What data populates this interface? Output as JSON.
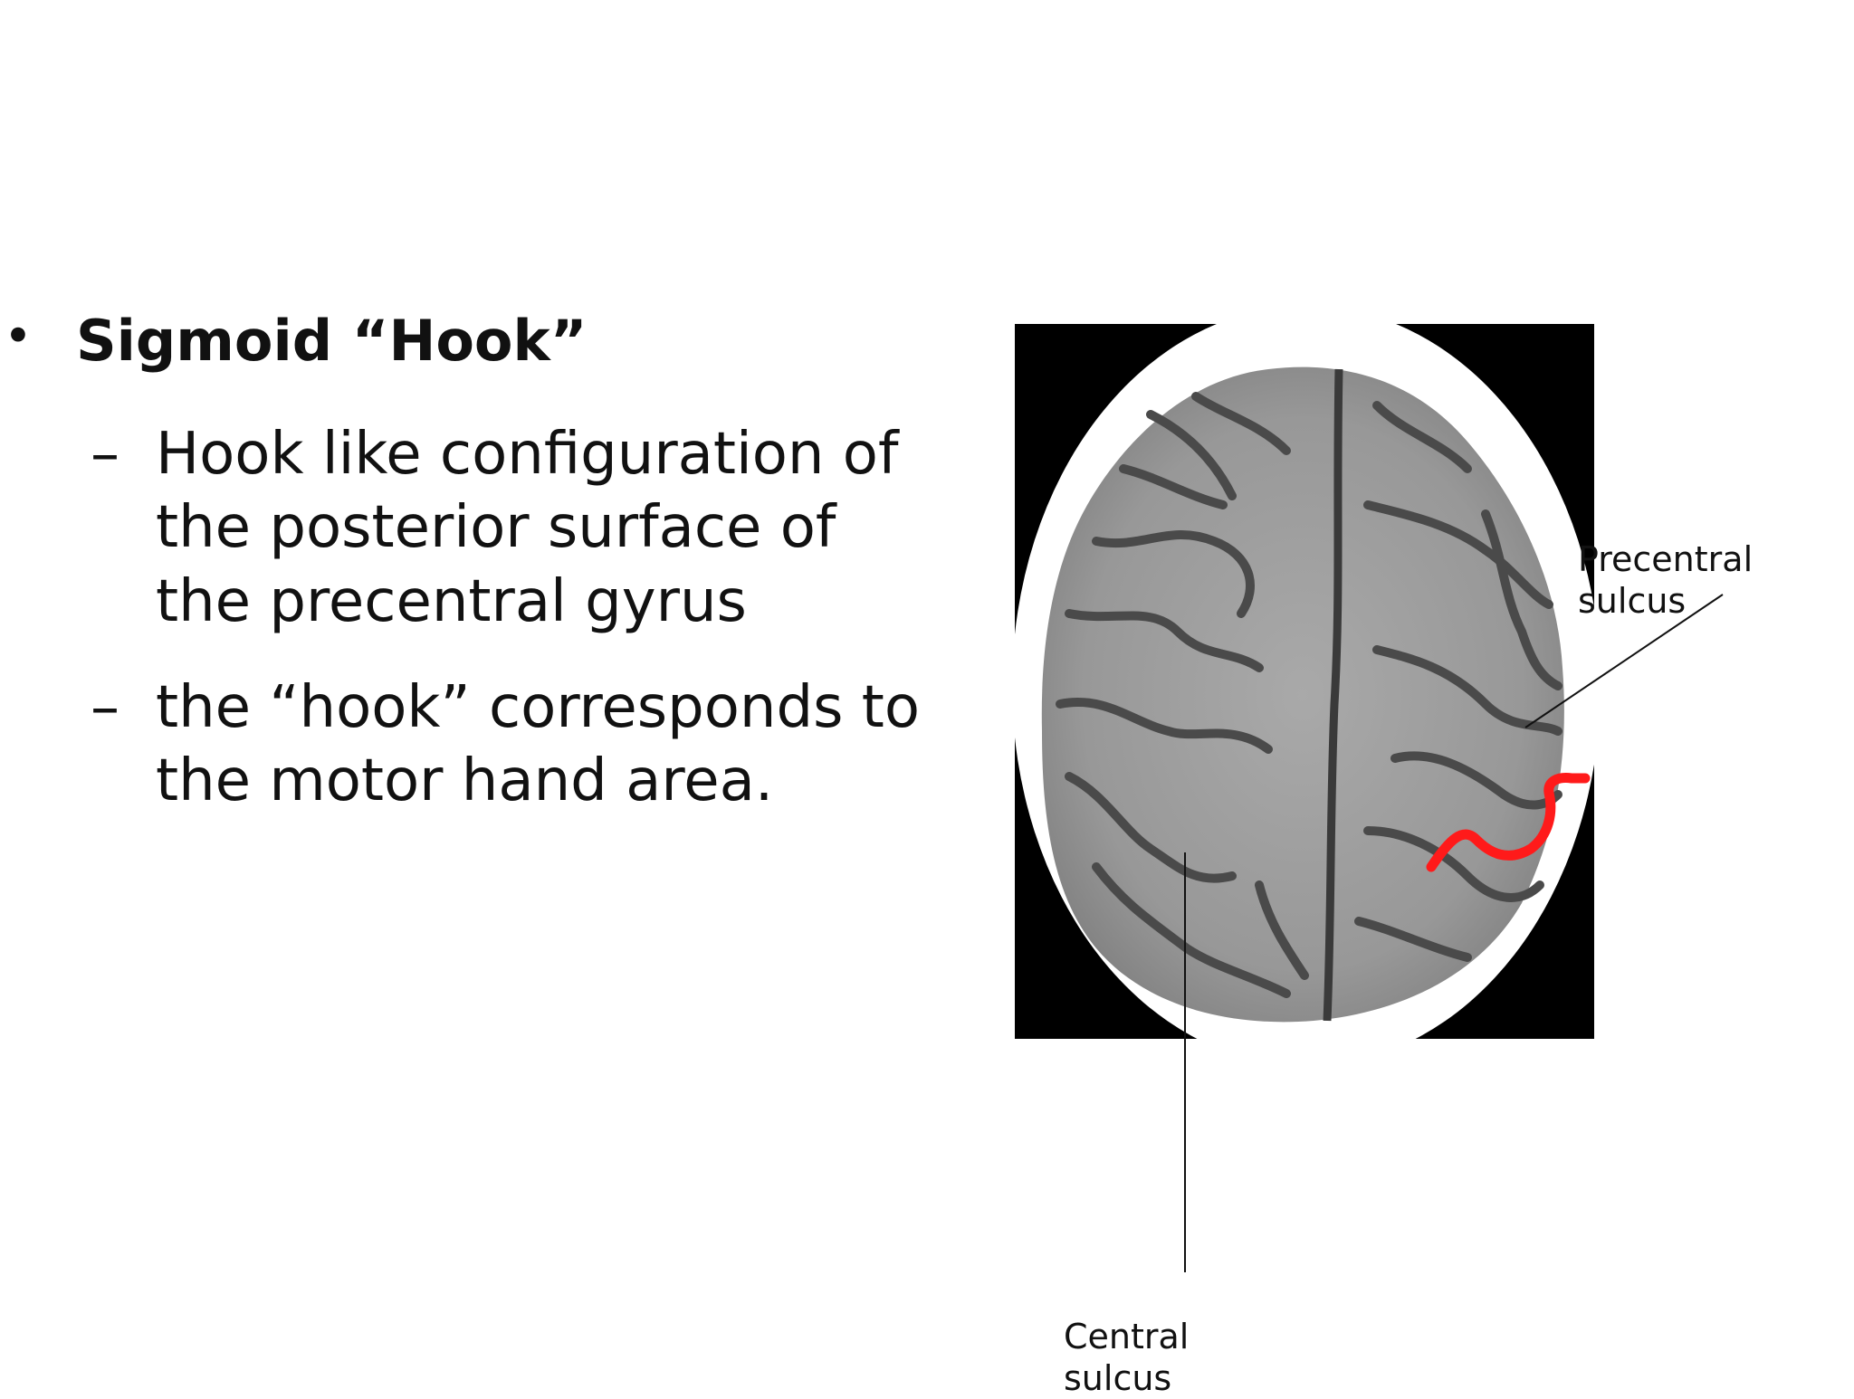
{
  "bullet": {
    "symbol": "•",
    "title": "Sigmoid “Hook”"
  },
  "subpoints": [
    {
      "dash": "–",
      "text": "Hook like configuration  of the posterior  surface of the  precentral gyrus"
    },
    {
      "dash": "–",
      "text": "the “hook” corresponds to the  motor hand area."
    }
  ],
  "labels": {
    "precentral_line1": "Precentral",
    "precentral_line2": "sulcus",
    "central_line1": "Central",
    "central_line2": "sulcus"
  },
  "colors": {
    "highlight": "#ff1a1a",
    "background": "#ffffff"
  }
}
